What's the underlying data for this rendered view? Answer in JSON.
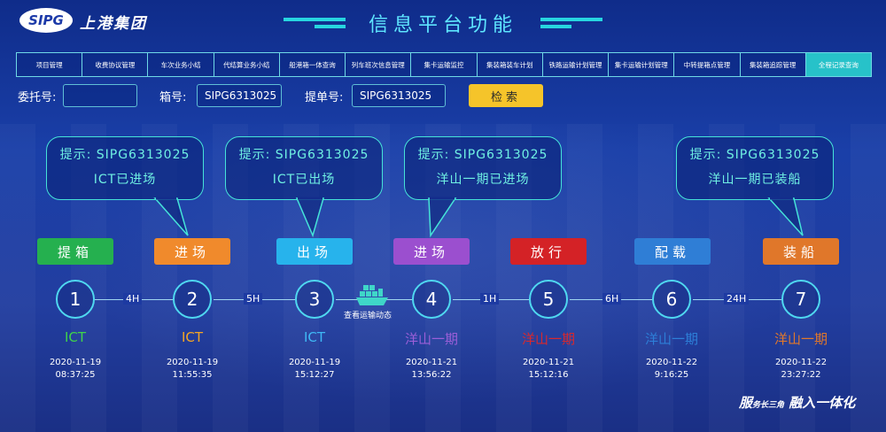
{
  "logo": {
    "abbr": "SIPG",
    "name": "上港集团"
  },
  "page_title": "信息平台功能",
  "nav": [
    {
      "label": "项目管理"
    },
    {
      "label": "收费协议管理"
    },
    {
      "label": "车次业务小结"
    },
    {
      "label": "代结算业务小结"
    },
    {
      "label": "船港箱一体查询"
    },
    {
      "label": "列车班次信息管理"
    },
    {
      "label": "集卡运输监控"
    },
    {
      "label": "集装箱装车计划"
    },
    {
      "label": "铁路运输计划管理"
    },
    {
      "label": "集卡运输计划管理"
    },
    {
      "label": "中转提箱点管理"
    },
    {
      "label": "集装箱追踪管理"
    },
    {
      "label": "全程记录查询",
      "active": true
    }
  ],
  "search": {
    "entrust_label": "委托号:",
    "entrust_value": "",
    "box_label": "箱号:",
    "box_value": "SIPG6313025",
    "bill_label": "提单号:",
    "bill_value": "SIPG6313025",
    "button": "检索"
  },
  "tips": [
    {
      "line1": "提示: SIPG6313025",
      "line2": "ICT已进场"
    },
    {
      "line1": "提示: SIPG6313025",
      "line2": "ICT已出场"
    },
    {
      "line1": "提示: SIPG6313025",
      "line2": "洋山一期已进场"
    },
    {
      "line1": "提示: SIPG6313025",
      "line2": "洋山一期已装船"
    }
  ],
  "stages": [
    {
      "label": "提箱",
      "color": "#25b04f"
    },
    {
      "label": "进场",
      "color": "#f08a2c"
    },
    {
      "label": "出场",
      "color": "#27b3ec"
    },
    {
      "label": "进场",
      "color": "#9b4fcf"
    },
    {
      "label": "放行",
      "color": "#d42226"
    },
    {
      "label": "配载",
      "color": "#2f7ed6"
    },
    {
      "label": "装船",
      "color": "#e0772a"
    }
  ],
  "steps": [
    {
      "num": "1",
      "loc": "ICT",
      "loc_color": "#3fd34a",
      "date": "2020-11-19",
      "time": "08:37:25"
    },
    {
      "num": "2",
      "loc": "ICT",
      "loc_color": "#f5a623",
      "date": "2020-11-19",
      "time": "11:55:35"
    },
    {
      "num": "3",
      "loc": "ICT",
      "loc_color": "#3fb8f5",
      "date": "2020-11-19",
      "time": "15:12:27"
    },
    {
      "num": "4",
      "loc": "洋山一期",
      "loc_color": "#9b5fd8",
      "date": "2020-11-21",
      "time": "13:56:22"
    },
    {
      "num": "5",
      "loc": "洋山一期",
      "loc_color": "#d8282e",
      "date": "2020-11-21",
      "time": "15:12:16"
    },
    {
      "num": "6",
      "loc": "洋山一期",
      "loc_color": "#2d7fd8",
      "date": "2020-11-22",
      "time": "9:16:25"
    },
    {
      "num": "7",
      "loc": "洋山一期",
      "loc_color": "#e2782a",
      "date": "2020-11-22",
      "time": "23:27:22"
    }
  ],
  "durations": [
    "4H",
    "5H",
    "",
    "1H",
    "6H",
    "24H"
  ],
  "ship_label": "查看运输动态",
  "slogan": {
    "part1": "服",
    "part2": "务长三角",
    "part3": "融入一体化"
  }
}
